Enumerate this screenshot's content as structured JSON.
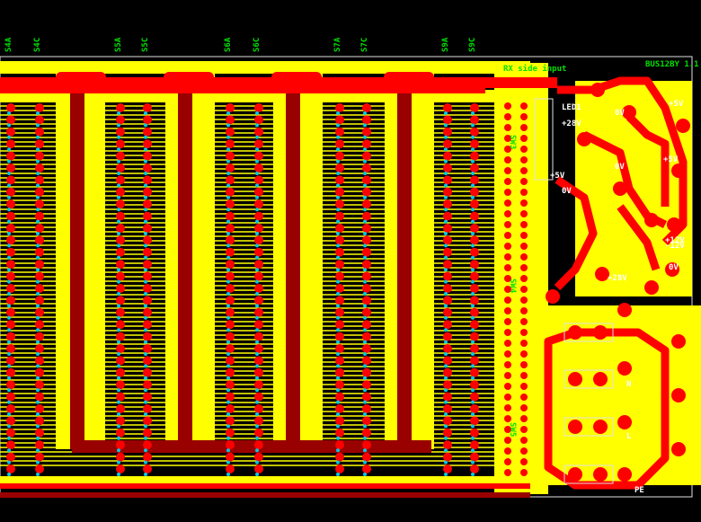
{
  "colors": {
    "background": "#000000",
    "copper_top": "#ffff00",
    "copper_bottom": "#990000",
    "pad": "#ff0000",
    "via_hole": "#00c8e6",
    "silkscreen": "#00e000",
    "outline": "#ffffff"
  },
  "connector_labels": [
    "S4A",
    "S4C",
    "S5A",
    "S5C",
    "S6A",
    "S6C",
    "S7A",
    "S7C",
    "S9A",
    "S9C"
  ],
  "header": {
    "title": "BUS12BY 1.1",
    "subtitle": "RX side input"
  },
  "power_labels": [
    "+5V",
    "+5V",
    "+12V",
    "0V",
    "-12V",
    "0V"
  ],
  "regulator_labels": [
    "LED1",
    "+28V",
    "+5V",
    "0V",
    "+28V",
    "0V"
  ],
  "jumper_labels": [
    "SW3",
    "SW4",
    "SW5"
  ],
  "terminal_labels": [
    "N",
    "L",
    "PE"
  ]
}
